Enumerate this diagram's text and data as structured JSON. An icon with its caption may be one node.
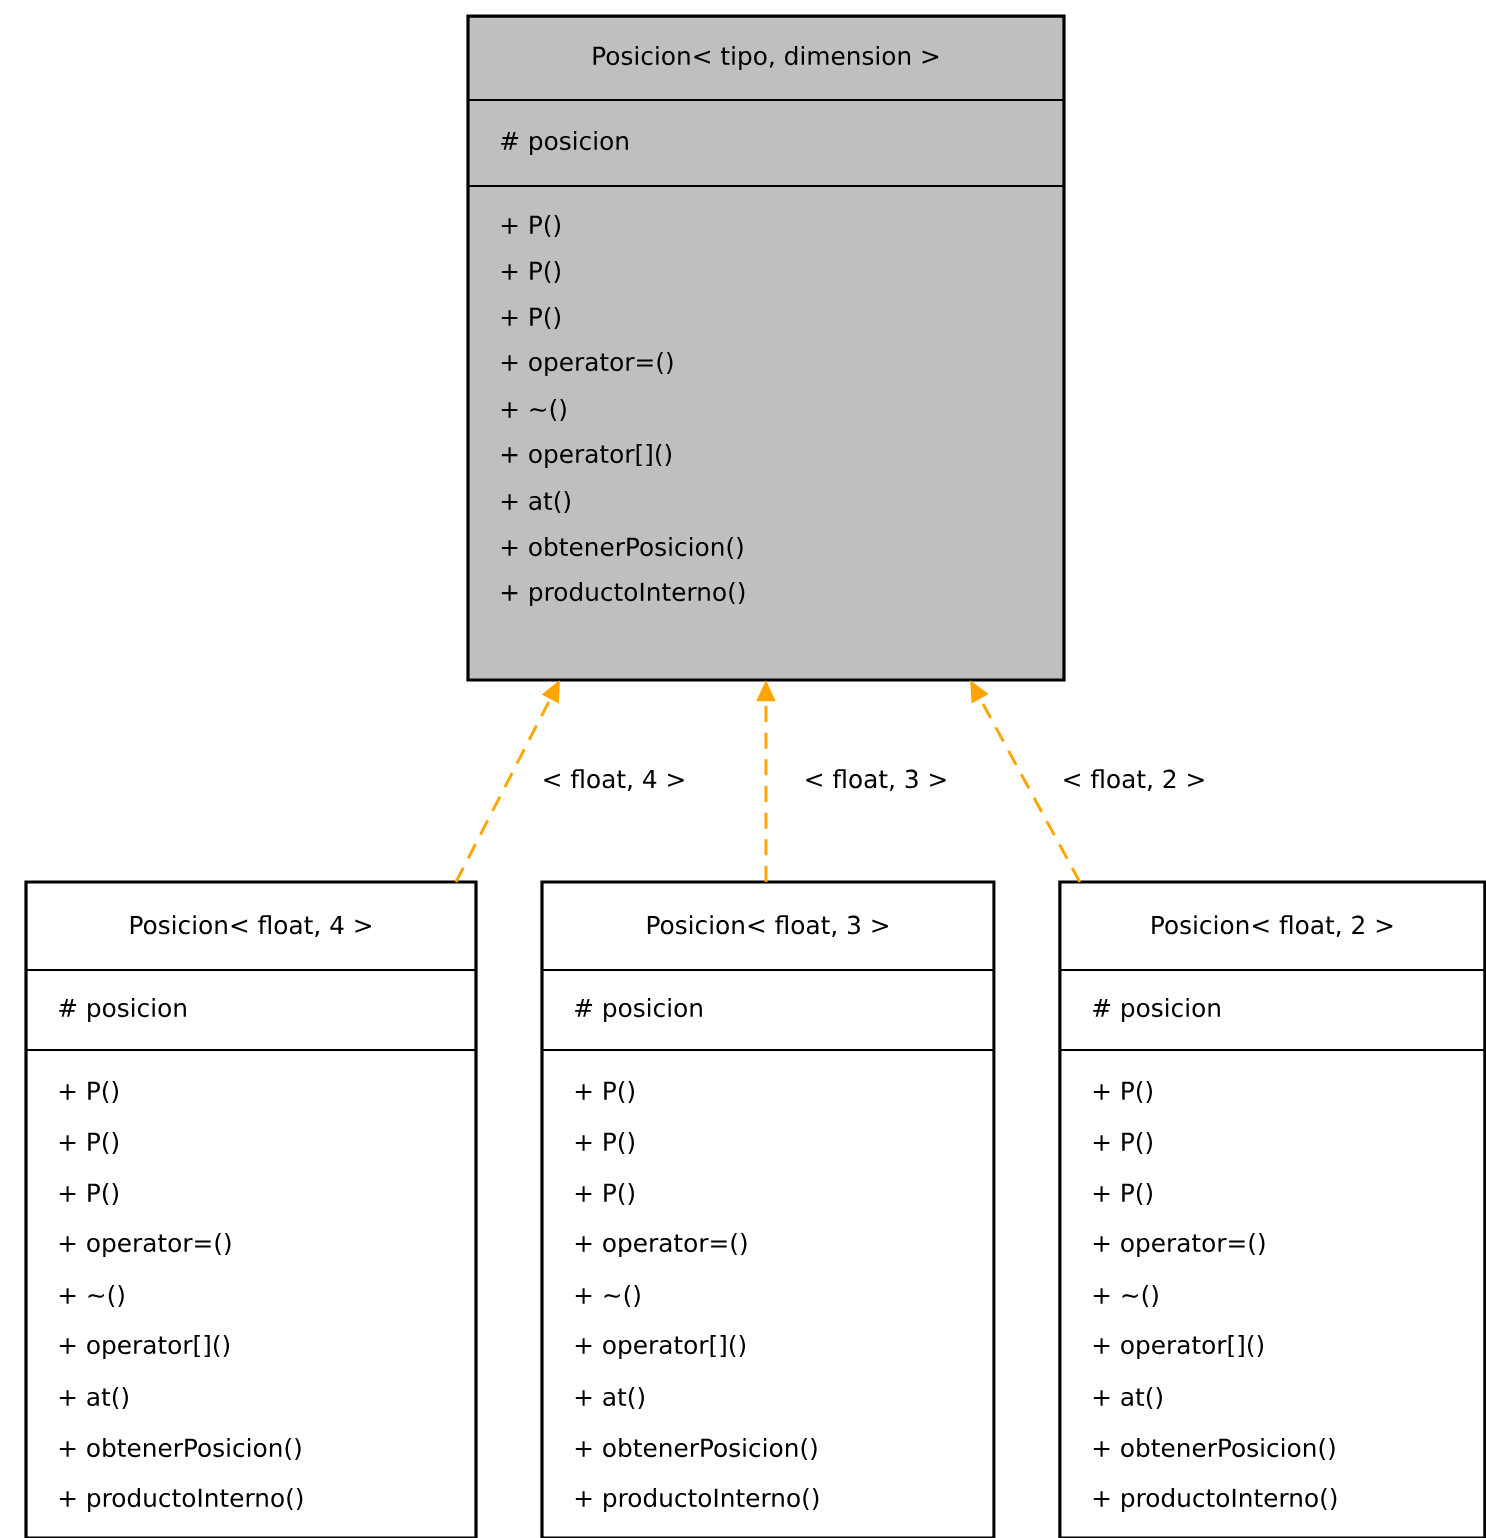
{
  "diagram": {
    "nodes": [
      {
        "text": [
          "Posicion< tipo, dimension >",
          "# posicion",
          "+ P()",
          "+ P()",
          "+ P()",
          "+ operator=()",
          "+ ~()",
          "+ operator[]()",
          "+ at()",
          "+ obtenerPosicion()",
          "+ productoInterno()"
        ]
      },
      {
        "text": [
          "Posicion< float, 4 >",
          "# posicion",
          "+ P()",
          "+ P()",
          "+ P()",
          "+ operator=()",
          "+ ~()",
          "+ operator[]()",
          "+ at()",
          "+ obtenerPosicion()",
          "+ productoInterno()"
        ]
      },
      {
        "text": [
          "Posicion< float, 3 >",
          "# posicion",
          "+ P()",
          "+ P()",
          "+ P()",
          "+ operator=()",
          "+ ~()",
          "+ operator[]()",
          "+ at()",
          "+ obtenerPosicion()",
          "+ productoInterno()"
        ]
      },
      {
        "text": [
          "Posicion< float, 2 >",
          "# posicion",
          "+ P()",
          "+ P()",
          "+ P()",
          "+ operator=()",
          "+ ~()",
          "+ operator[]()",
          "+ at()",
          "+ obtenerPosicion()",
          "+ productoInterno()"
        ]
      }
    ],
    "edges": [
      {
        "from": 1,
        "to": 0,
        "arrow": "to",
        "label": "< float, 4 >",
        "style": "dashed",
        "color": "#ffa500"
      },
      {
        "from": 2,
        "to": 0,
        "arrow": "to",
        "label": "< float, 3 >",
        "style": "dashed",
        "color": "#ffa500"
      },
      {
        "from": 3,
        "to": 0,
        "arrow": "to",
        "label": "< float, 2 >",
        "style": "dashed",
        "color": "#ffa500"
      }
    ]
  }
}
